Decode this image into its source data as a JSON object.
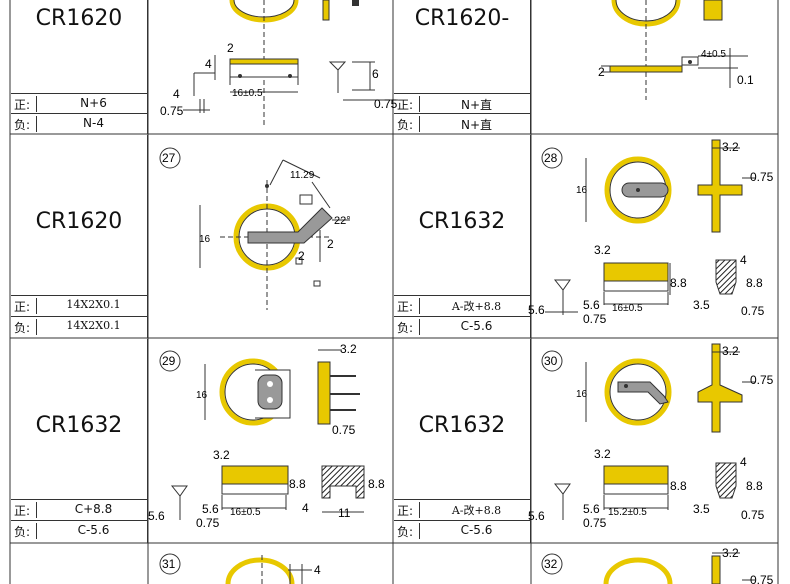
{
  "rows": [
    {
      "left": {
        "model": "CR1620",
        "pos_label": "正:",
        "pos_value": "N+6",
        "neg_label": "负:",
        "neg_value": "N-4"
      },
      "right": {
        "model": "CR1620-",
        "pos_label": "正:",
        "pos_value": "N+直",
        "neg_label": "负:",
        "neg_value": "N+直"
      }
    },
    {
      "left": {
        "model": "CR1620",
        "pos_label": "正:",
        "pos_value": "14X2X0.1",
        "neg_label": "负:",
        "neg_value": "14X2X0.1"
      },
      "right": {
        "model": "CR1632",
        "pos_label": "正:",
        "pos_value": "A-改+8.8",
        "neg_label": "负:",
        "neg_value": "C-5.6"
      }
    },
    {
      "left": {
        "model": "CR1632",
        "pos_label": "正:",
        "pos_value": "C+8.8",
        "neg_label": "负:",
        "neg_value": "C-5.6"
      },
      "right": {
        "model": "CR1632",
        "pos_label": "正:",
        "pos_value": "A-改+8.8",
        "neg_label": "负:",
        "neg_value": "C-5.6"
      }
    }
  ],
  "diagrams": {
    "d1": {
      "dim_a": "2",
      "dim_b": "4",
      "dim_c": "16±0.5",
      "dim_d": "6",
      "dim_e": "4",
      "dim_f": "0.75",
      "dim_g": "0.75"
    },
    "d2": {
      "dim_a": "4±0.5",
      "dim_b": "2",
      "dim_c": "0.1"
    },
    "d27": {
      "no": "27",
      "dim_a": "11.29",
      "dim_b": "22°",
      "dim_c": "16",
      "dim_d": "2",
      "dim_e": "2"
    },
    "d28": {
      "no": "28",
      "dim_a": "3.2",
      "dim_b": "16",
      "dim_c": "0.75",
      "dim_d": "3.2",
      "dim_e": "4",
      "dim_f": "8.8",
      "dim_g": "8.8",
      "dim_h": "5.6",
      "dim_i": "16±0.5",
      "dim_j": "3.5",
      "dim_k": "0.75",
      "dim_l": "5.6",
      "dim_m": "0.75"
    },
    "d29": {
      "no": "29",
      "dim_a": "3.2",
      "dim_b": "16",
      "dim_c": "0.75",
      "dim_d": "3.2",
      "dim_e": "8.8",
      "dim_f": "8.8",
      "dim_g": "5.6",
      "dim_h": "16±0.5",
      "dim_i": "4",
      "dim_j": "11",
      "dim_k": "5.6",
      "dim_l": "0.75"
    },
    "d30": {
      "no": "30",
      "dim_a": "3.2",
      "dim_b": "16",
      "dim_c": "0.75",
      "dim_d": "3.2",
      "dim_e": "4",
      "dim_f": "8.8",
      "dim_g": "8.8",
      "dim_h": "5.6",
      "dim_i": "15.2±0.5",
      "dim_j": "3.5",
      "dim_k": "0.75",
      "dim_l": "5.6",
      "dim_m": "0.75"
    },
    "d31": {
      "no": "31",
      "dim_a": "4"
    },
    "d32": {
      "no": "32",
      "dim_a": "3.2",
      "dim_b": "0.75"
    }
  }
}
